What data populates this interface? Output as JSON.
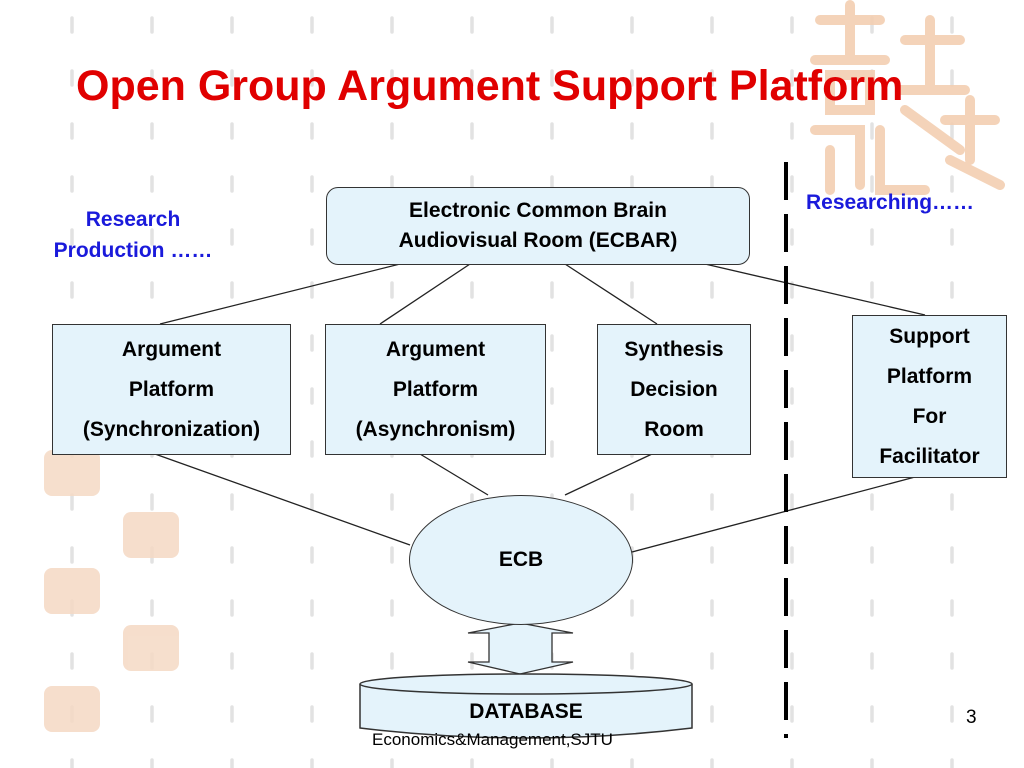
{
  "title": "Open Group Argument Support Platform",
  "left_label": {
    "line1": "Research",
    "line2": "Production ……"
  },
  "right_label": "Researching……",
  "top_box": {
    "line1": "Electronic Common Brain",
    "line2": "Audiovisual Room (ECBAR)"
  },
  "boxes": [
    {
      "lines": [
        "Argument",
        "Platform",
        "(Synchronization)"
      ]
    },
    {
      "lines": [
        "Argument",
        "Platform",
        "(Asynchronism)"
      ]
    },
    {
      "lines": [
        "Synthesis",
        "Decision",
        "Room"
      ]
    },
    {
      "lines": [
        "Support",
        "Platform",
        "For",
        "Facilitator"
      ]
    }
  ],
  "ecb": "ECB",
  "database": "DATABASE",
  "page_number": "3",
  "footer": "Economics&Management,SJTU",
  "colors": {
    "title": "#e00000",
    "label_blue": "#1a1adb",
    "box_fill": "#e4f3fb"
  }
}
